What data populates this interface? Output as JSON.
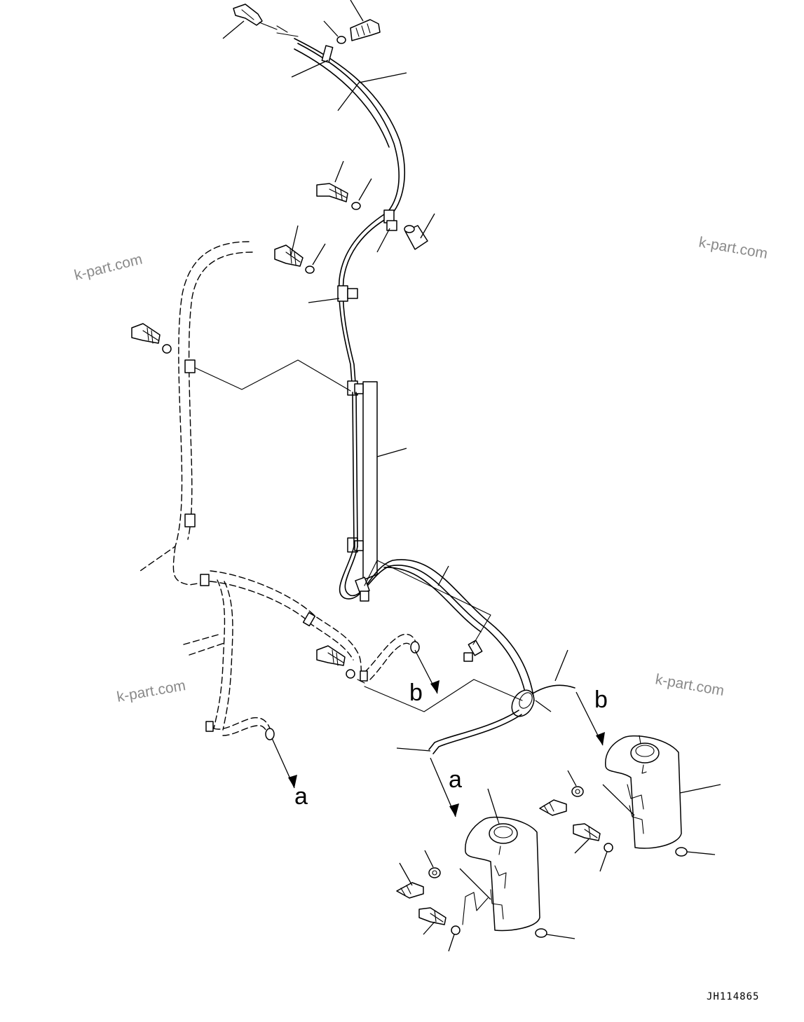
{
  "callouts": {
    "b_upper": "b",
    "b_lower": "b",
    "a_upper": "a",
    "a_lower": "a"
  },
  "watermarks": [
    "k-part.com",
    "k-part.com",
    "k-part.com",
    "k-part.com"
  ],
  "drawing_code": "JH114865"
}
